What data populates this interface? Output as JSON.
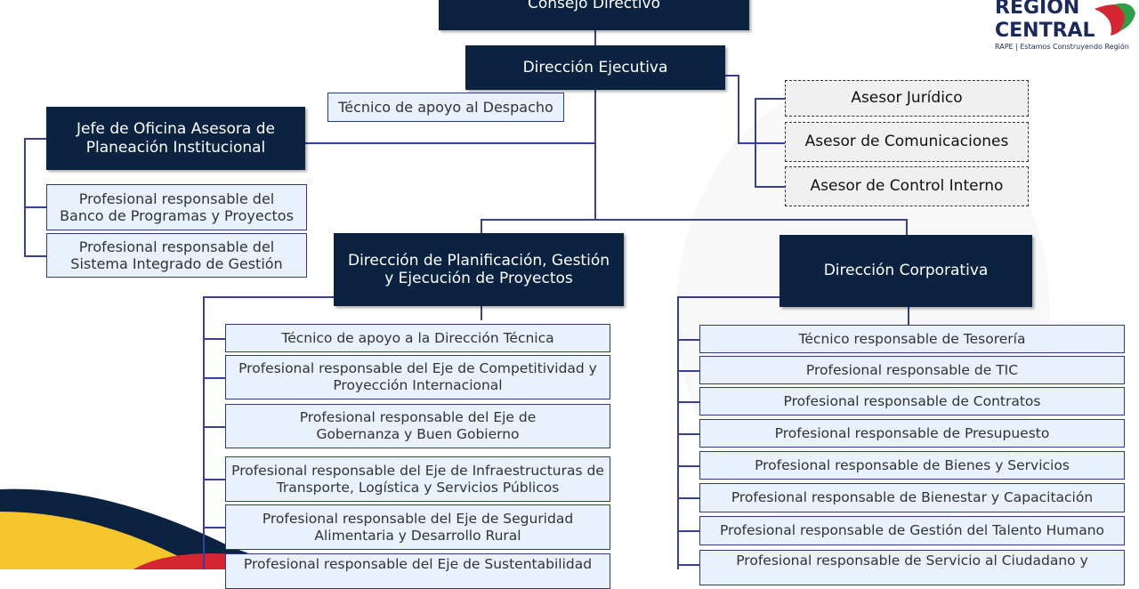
{
  "logo": {
    "line1": "REGIÓN",
    "line2": "CENTRAL",
    "tagline": "RAPE | Estamos Construyendo Región"
  },
  "top": {
    "consejo": "Consejo Directivo",
    "direccion_ejecutiva": "Dirección Ejecutiva",
    "tecnico_despacho": "Técnico de apoyo al Despacho"
  },
  "planeacion": {
    "jefe": "Jefe de Oficina Asesora de Planeación Institucional",
    "items": [
      "Profesional responsable del Banco de Programas y Proyectos",
      "Profesional responsable del Sistema Integrado de Gestión"
    ]
  },
  "asesores": [
    "Asesor Jurídico",
    "Asesor de Comunicaciones",
    "Asesor de Control Interno"
  ],
  "planificacion": {
    "title": "Dirección de Planificación, Gestión y Ejecución de Proyectos",
    "items": [
      "Técnico de apoyo a la Dirección Técnica",
      "Profesional responsable del Eje de Competitividad y Proyección Internacional",
      "Profesional responsable del Eje de Gobernanza y Buen Gobierno",
      "Profesional responsable del Eje de Infraestructuras de Transporte, Logística y Servicios Públicos",
      "Profesional responsable del Eje de Seguridad Alimentaria y Desarrollo Rural",
      "Profesional responsable del Eje de Sustentabilidad"
    ]
  },
  "corporativa": {
    "title": "Dirección Corporativa",
    "items": [
      "Técnico responsable de Tesorería",
      "Profesional responsable de TIC",
      "Profesional responsable de Contratos",
      "Profesional responsable de Presupuesto",
      "Profesional responsable de Bienes y Servicios",
      "Profesional responsable de Bienestar y Capacitación",
      "Profesional responsable de Gestión del Talento Humano",
      "Profesional responsable de Servicio al Ciudadano y"
    ]
  }
}
